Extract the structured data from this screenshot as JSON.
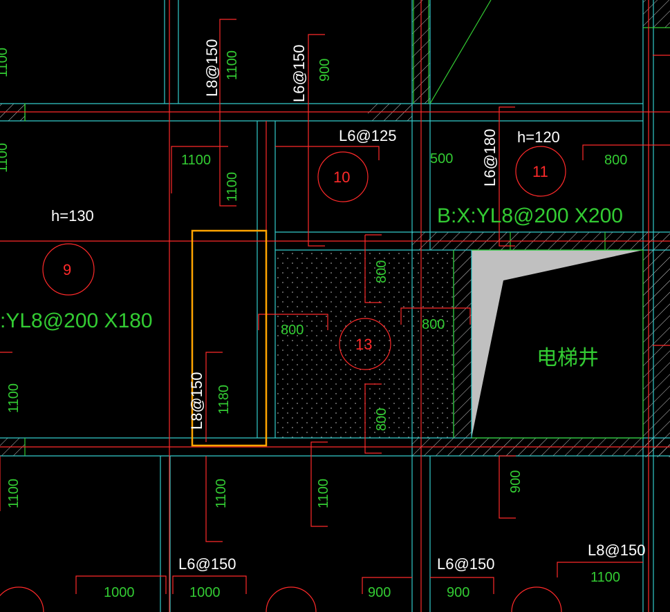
{
  "colors": {
    "background": "#000000",
    "wall_cyan": "#33cccc",
    "rebar_red": "#ff2a2a",
    "dim_green": "#33cc33",
    "text_white": "#ffffff",
    "highlight": "#ffa500",
    "fill_gray": "#c0c0c0"
  },
  "labels": {
    "l8_150_top": "L8@150",
    "top_dim_1100": "1100",
    "l6_150_top": "L6@150",
    "top_dim_900": "900",
    "l6_125": "L6@125",
    "l6_180": "L6@180",
    "h_120": "h=120",
    "h_130": "h=130",
    "dim_1100_row2": "1100",
    "dim_1100_row2_v": "1100",
    "dim_500": "500",
    "dim_800_right": "800",
    "slab_10": "10",
    "slab_11": "11",
    "slab_9": "9",
    "slab_13": "13",
    "b_xy_yl8": "B:X:YL8@200 X200",
    "yl8_180": ":YL8@200 X180",
    "dim_800_a": "800",
    "dim_800_b": "800",
    "dim_800_c": "800",
    "dim_800_d": "800",
    "elevator": "电梯井",
    "l8_150_mid": "L8@150",
    "dim_1180": "1180",
    "left_1100_a": "1100",
    "left_1100_b": "1100",
    "left_1100_c": "1100",
    "left_1100_d": "1100",
    "bot_1100_a": "1100",
    "bot_1100_b": "1100",
    "bot_900_v": "900",
    "l6_150_bot_a": "L6@150",
    "l6_150_bot_b": "L6@150",
    "l8_150_bot": "L8@150",
    "bot_1100_h": "1100",
    "bot_1000_a": "1000",
    "bot_1000_b": "1000",
    "bot_900_a": "900",
    "bot_900_b": "900"
  }
}
